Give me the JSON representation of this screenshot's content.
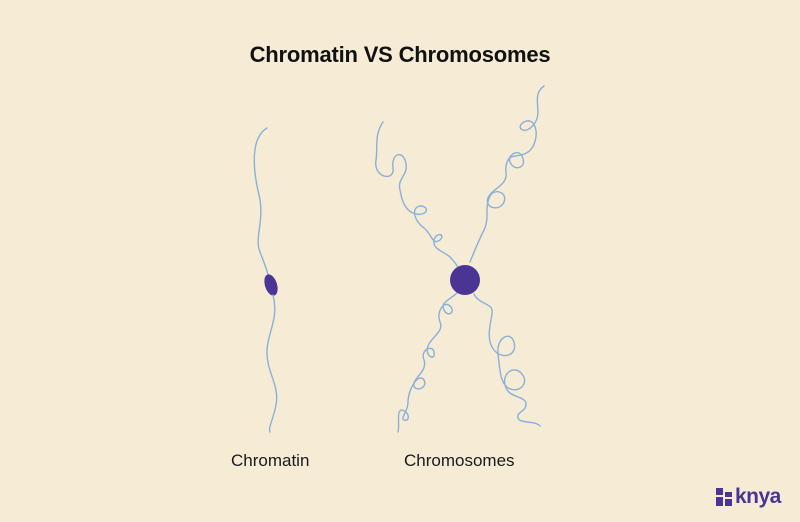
{
  "header": {
    "title": "Chromatin VS Chromosomes"
  },
  "labels": {
    "chromatin": "Chromatin",
    "chromosomes": "Chromosomes"
  },
  "logo": {
    "text": "knya"
  },
  "colors": {
    "background": "#f6ecd6",
    "strand": "#8ab0d8",
    "centromere": "#4a3494",
    "title": "#111111"
  }
}
